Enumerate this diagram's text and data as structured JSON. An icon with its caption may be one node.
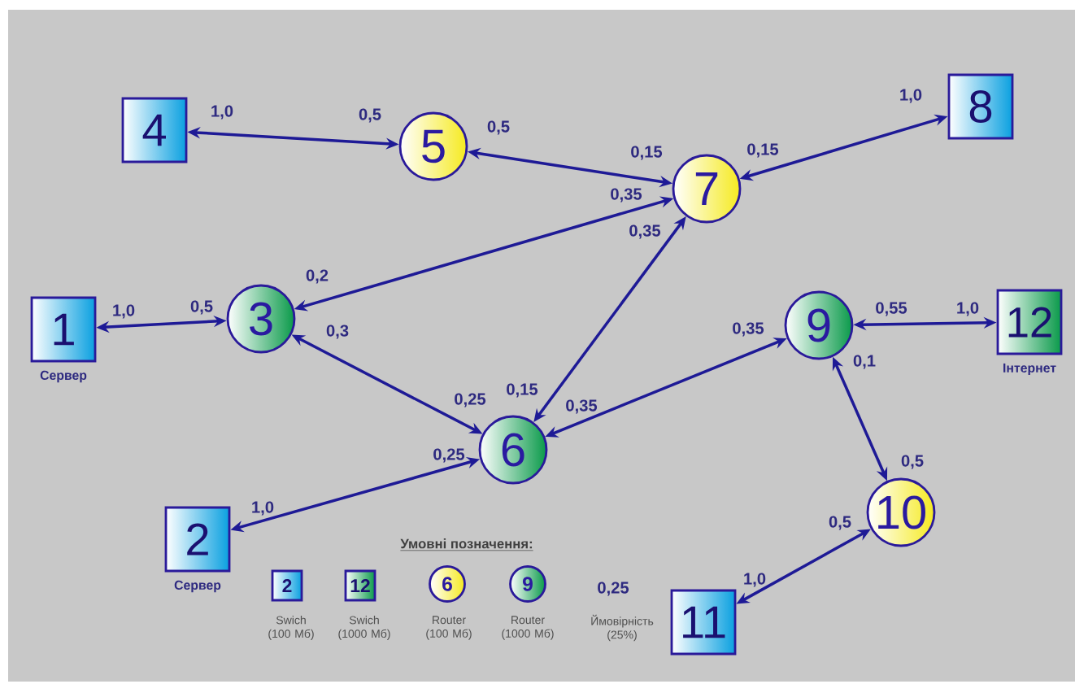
{
  "diagram": {
    "nodes": [
      {
        "text": [
          "4"
        ]
      },
      {
        "text": [
          "5"
        ]
      },
      {
        "text": [
          "8"
        ]
      },
      {
        "text": [
          "7"
        ]
      },
      {
        "text": [
          "1"
        ],
        "beside": [
          "Сервер"
        ]
      },
      {
        "text": [
          "3"
        ]
      },
      {
        "text": [
          "9"
        ]
      },
      {
        "text": [
          "12"
        ],
        "beside": [
          "Інтернет"
        ]
      },
      {
        "text": [
          "6"
        ]
      },
      {
        "text": [
          "10"
        ]
      },
      {
        "text": [
          "2"
        ],
        "beside": [
          "Сервер"
        ]
      },
      {
        "text": [
          "11"
        ]
      }
    ],
    "edges": [
      {
        "from": 0,
        "to": 1,
        "arrow": "both"
      },
      {
        "from": 1,
        "to": 3,
        "arrow": "both"
      },
      {
        "from": 2,
        "to": 3,
        "arrow": "both"
      },
      {
        "from": 5,
        "to": 3,
        "arrow": "both"
      },
      {
        "from": 4,
        "to": 5,
        "arrow": "both"
      },
      {
        "from": 5,
        "to": 8,
        "arrow": "both"
      },
      {
        "from": 3,
        "to": 8,
        "arrow": "both"
      },
      {
        "from": 6,
        "to": 8,
        "arrow": "both"
      },
      {
        "from": 6,
        "to": 7,
        "arrow": "both"
      },
      {
        "from": 6,
        "to": 9,
        "arrow": "both"
      },
      {
        "from": 10,
        "to": 8,
        "arrow": "both"
      },
      {
        "from": 11,
        "to": 9,
        "arrow": "both"
      }
    ],
    "labels": [
      "1,0",
      "0,5",
      "1,0",
      "0,5",
      "0,15",
      "0,15",
      "0,35",
      "0,35",
      "0,2",
      "1,0",
      "0,5",
      "0,55",
      "1,0",
      "0,3",
      "0,35",
      "0,1",
      "0,25",
      "0,15",
      "0,35",
      "0,25",
      "0,5",
      "1,0",
      "0,5",
      "Умовні позначення:",
      "2",
      "12",
      "6",
      "9",
      "0,25",
      "1,0"
    ],
    "legend": [
      {
        "text": "Swich (100 Мб)"
      },
      {
        "text": "Swich (1000 Мб)"
      },
      {
        "text": "Router (100 Мб)"
      },
      {
        "text": "Router (1000 Мб)"
      },
      {
        "text": "Ймовірність (25%)"
      }
    ]
  }
}
